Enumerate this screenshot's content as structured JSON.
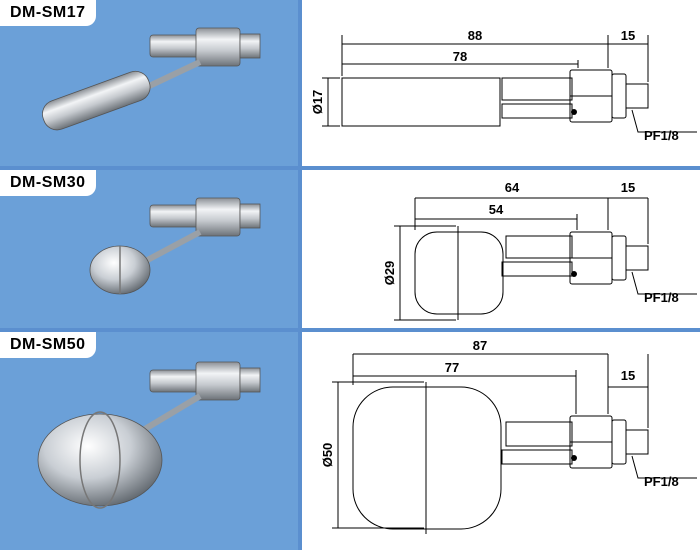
{
  "models": [
    {
      "name": "DM-SM17",
      "dims": {
        "overall": "88",
        "body": "78",
        "thread": "15",
        "diameter": "Ø17",
        "connection": "PF1/8"
      }
    },
    {
      "name": "DM-SM30",
      "dims": {
        "overall": "64",
        "body": "54",
        "thread": "15",
        "diameter": "Ø29",
        "connection": "PF1/8"
      }
    },
    {
      "name": "DM-SM50",
      "dims": {
        "overall": "87",
        "body": "77",
        "thread": "15",
        "diameter": "Ø50",
        "connection": "PF1/8"
      }
    }
  ],
  "colors": {
    "frame": "#5b8fcf",
    "photo_bg": "#6ba0d8",
    "drawing_bg": "#ffffff"
  }
}
